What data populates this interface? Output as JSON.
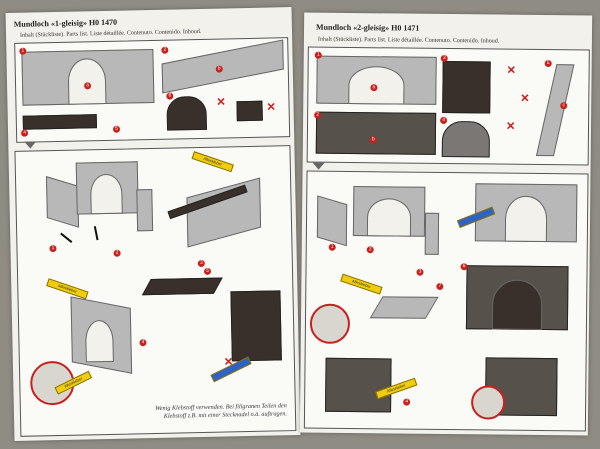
{
  "left_page": {
    "title": "Mundloch «1-gleisig» H0 1470",
    "contents_line": "Inhalt (Stückliste). Parts list. Liste détaillée. Contenuto. Contenido. Inhoud.",
    "glue_label": "Alleskleber",
    "tip_line1": "Wenig Klebstoff verwenden. Bei filigranen Teilen den",
    "tip_line2": "Klebstoff z.B. mit einer Stecknadel o.ä. auftragen.",
    "callouts": [
      "1",
      "2",
      "3",
      "4",
      "5",
      "6",
      "a",
      "b"
    ]
  },
  "right_page": {
    "title": "Mundloch «2-gleisig» H0 1471",
    "contents_line": "Inhalt (Stückliste). Parts list. Liste détaillée. Contenuto. Contenido. Inhoud.",
    "glue_label": "Alleskleber",
    "callouts": [
      "1",
      "2",
      "3",
      "4",
      "5",
      "6",
      "7",
      "a",
      "b",
      "c"
    ]
  }
}
